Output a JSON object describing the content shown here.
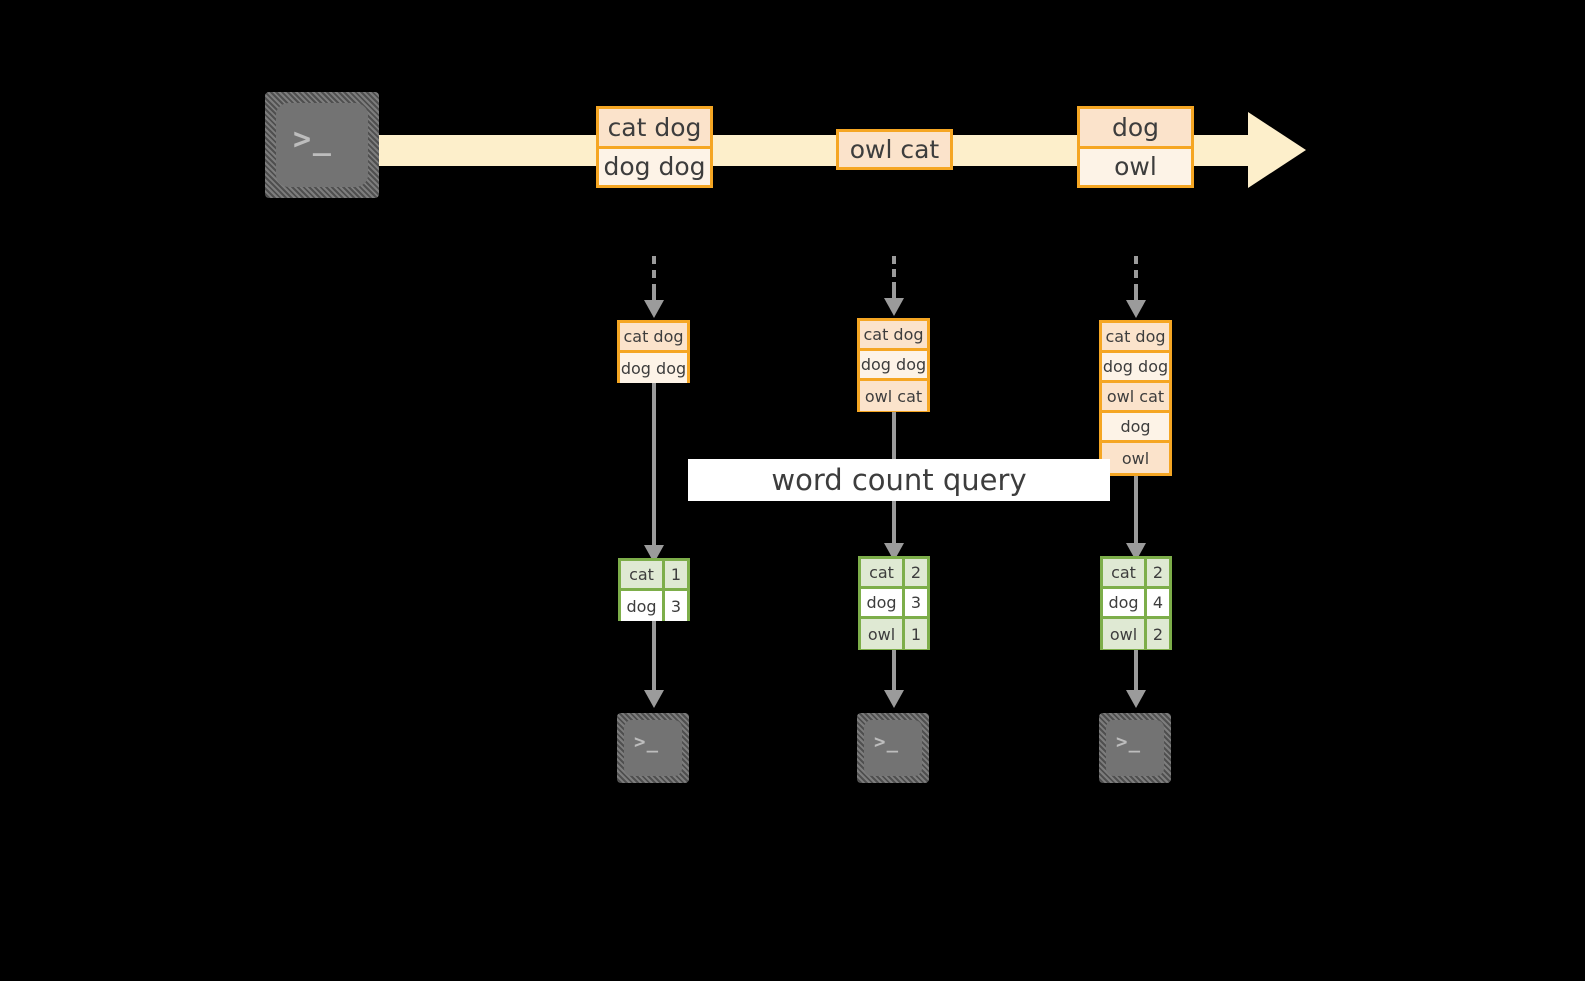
{
  "diagram": {
    "background_color": "#000000",
    "colors": {
      "stream_band": "#FDEFCB",
      "message_border": "#F5A623",
      "message_fill": "#FDF3E7",
      "message_fill_alt": "#FBE3CB",
      "result_border": "#7DAE4A",
      "result_fill": "#FFFFFF",
      "result_fill_alt": "#DFE9D3",
      "connector": "#9B9B9B",
      "terminal_face": "#737373",
      "banner_fill": "#FFFFFF"
    },
    "query_banner": {
      "label": "word count query"
    },
    "producer": {
      "icon": "terminal-icon",
      "prompt": ">_"
    },
    "stream": {
      "icon": "arrow-right-icon",
      "messages": [
        {
          "lines": [
            "cat dog",
            "dog dog"
          ]
        },
        {
          "lines": [
            "owl cat"
          ]
        },
        {
          "lines": [
            "dog",
            "owl"
          ]
        }
      ]
    },
    "snapshots": [
      {
        "lines": [
          "cat dog",
          "dog dog"
        ]
      },
      {
        "lines": [
          "cat dog",
          "dog dog",
          "owl cat"
        ]
      },
      {
        "lines": [
          "cat dog",
          "dog dog",
          "owl cat",
          "dog",
          "owl"
        ]
      }
    ],
    "results": [
      {
        "rows": [
          {
            "word": "cat",
            "count": "1"
          },
          {
            "word": "dog",
            "count": "3"
          }
        ]
      },
      {
        "rows": [
          {
            "word": "cat",
            "count": "2"
          },
          {
            "word": "dog",
            "count": "3"
          },
          {
            "word": "owl",
            "count": "1"
          }
        ]
      },
      {
        "rows": [
          {
            "word": "cat",
            "count": "2"
          },
          {
            "word": "dog",
            "count": "4"
          },
          {
            "word": "owl",
            "count": "2"
          }
        ]
      }
    ],
    "consumers": [
      {
        "icon": "terminal-icon",
        "prompt": ">_"
      },
      {
        "icon": "terminal-icon",
        "prompt": ">_"
      },
      {
        "icon": "terminal-icon",
        "prompt": ">_"
      }
    ]
  }
}
